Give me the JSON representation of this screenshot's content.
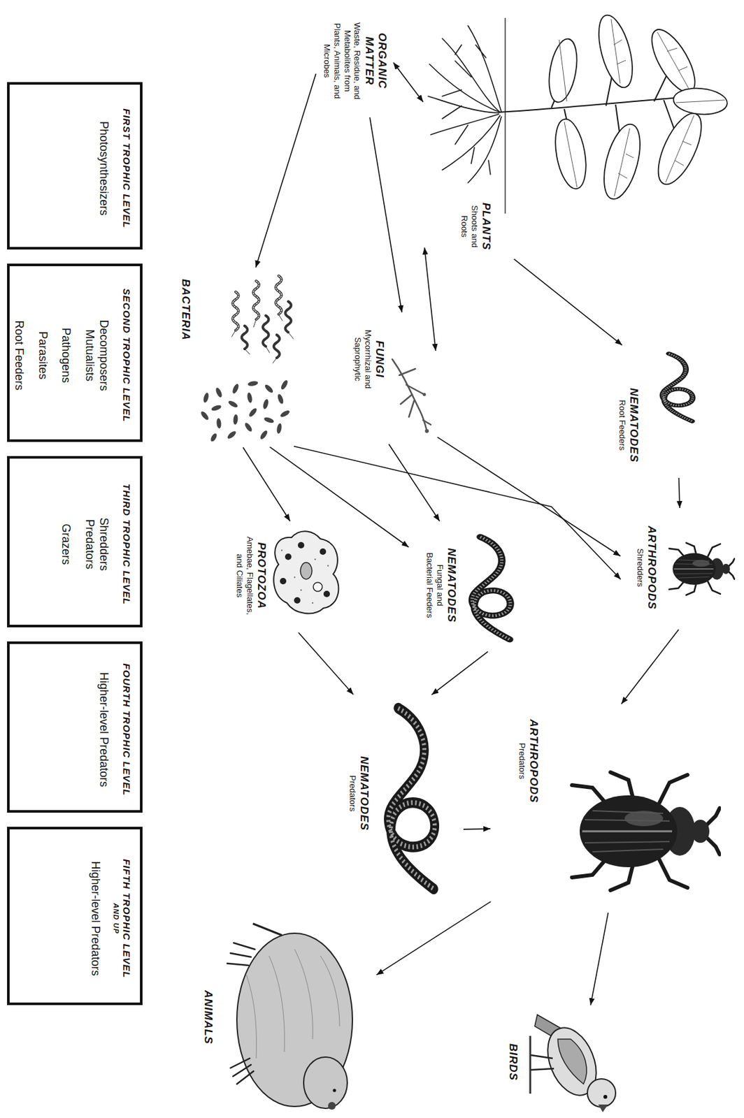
{
  "diagram": {
    "nodes": [
      {
        "text": [
          "ORGANIC MATTER",
          "Waste, Residue, and Metabolites from Plants, Animals, and Microbes"
        ]
      },
      {
        "text": [
          "PLANTS",
          "Shoots and Roots"
        ]
      },
      {
        "text": [
          "NEMATODES",
          "Root Feeders"
        ]
      },
      {
        "text": [
          "FUNGI",
          "Mycorrhizal and Saprophytic"
        ]
      },
      {
        "text": [
          "BACTERIA"
        ]
      },
      {
        "text": [
          "ARTHROPODS",
          "Shredders"
        ]
      },
      {
        "text": [
          "NEMATODES",
          "Fungal and Bacterial Feeders"
        ]
      },
      {
        "text": [
          "PROTOZOA",
          "Amebae, Flagellates, and Ciliates"
        ]
      },
      {
        "text": [
          "NEMATODES",
          "Predators"
        ]
      },
      {
        "text": [
          "ARTHROPODS",
          "Predators"
        ]
      },
      {
        "text": [
          "BIRDS"
        ]
      },
      {
        "text": [
          "ANIMALS"
        ]
      },
      {
        "text": [
          "FIRST TROPHIC LEVEL",
          "Photosynthesizers"
        ]
      },
      {
        "text": [
          "SECOND TROPHIC LEVEL",
          "Decomposers",
          "Mutualists",
          "Pathogens",
          "Parasites",
          "Root Feeders"
        ]
      },
      {
        "text": [
          "THIRD TROPHIC LEVEL",
          "Shredders",
          "Predators",
          "Grazers"
        ]
      },
      {
        "text": [
          "FOURTH TROPHIC LEVEL",
          "Higher-level Predators"
        ]
      },
      {
        "text": [
          "FIFTH TROPHIC LEVEL",
          "AND UP",
          "Higher-level Predators"
        ]
      }
    ],
    "edges": [
      {
        "from": 1,
        "to": 0,
        "arrow": "both"
      },
      {
        "from": 0,
        "to": 3,
        "arrow": "to"
      },
      {
        "from": 0,
        "to": 4,
        "arrow": "to"
      },
      {
        "from": 1,
        "to": 3,
        "arrow": "both"
      },
      {
        "from": 1,
        "to": 2,
        "arrow": "to"
      },
      {
        "from": 2,
        "to": 5,
        "arrow": "to"
      },
      {
        "from": 3,
        "to": 5,
        "arrow": "to"
      },
      {
        "from": 3,
        "to": 6,
        "arrow": "to"
      },
      {
        "from": 4,
        "to": 5,
        "arrow": "to"
      },
      {
        "from": 4,
        "to": 6,
        "arrow": "to"
      },
      {
        "from": 4,
        "to": 7,
        "arrow": "to"
      },
      {
        "from": 5,
        "to": 9,
        "arrow": "to"
      },
      {
        "from": 6,
        "to": 8,
        "arrow": "to"
      },
      {
        "from": 7,
        "to": 8,
        "arrow": "to"
      },
      {
        "from": 8,
        "to": 9,
        "arrow": "to"
      },
      {
        "from": 9,
        "to": 10,
        "arrow": "to"
      },
      {
        "from": 9,
        "to": 11,
        "arrow": "to"
      }
    ]
  }
}
